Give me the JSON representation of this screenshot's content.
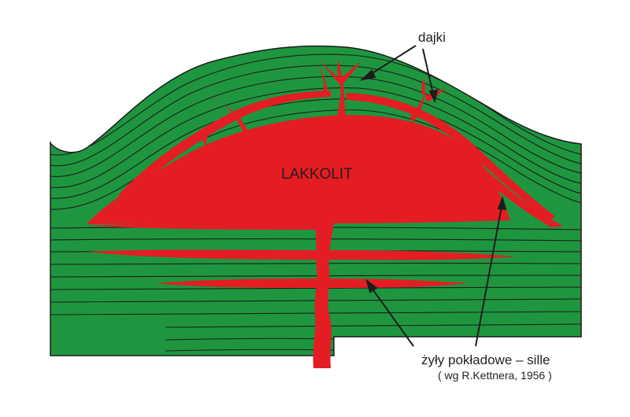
{
  "labels": {
    "laccolith": "LAKKOLIT",
    "dikes": "dajki",
    "sills": "żyły pokładowe – sille",
    "source": "( wg R.Kettnera, 1956 )"
  },
  "colors": {
    "strata": "#1e9640",
    "magma": "#e41d24",
    "line": "#1d1d1b",
    "text": "#231f20"
  }
}
